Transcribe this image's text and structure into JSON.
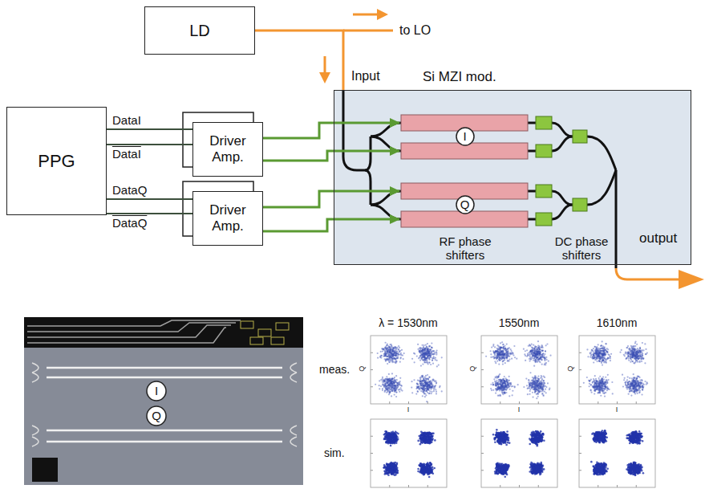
{
  "diagram": {
    "nodes": [
      {
        "text": [
          "LD"
        ]
      },
      {
        "text": [
          "Si MZI mod."
        ]
      },
      {
        "text": [
          "I"
        ],
        "in": 1
      },
      {
        "text": [
          "Q"
        ],
        "in": 1
      },
      {
        "text": [
          "PPG"
        ]
      },
      {
        "text": [
          "Driver Amp."
        ]
      },
      {
        "text": [
          "Driver Amp."
        ]
      },
      {
        "text": [
          "I"
        ]
      },
      {
        "text": [
          "Q"
        ]
      }
    ],
    "edges": [
      {
        "from": 0,
        "to": 1,
        "arrow": "none"
      },
      {
        "from": 4,
        "to": 5,
        "label": "DataI",
        "arrow": "none"
      },
      {
        "from": 4,
        "to": 5,
        "label": "DataI",
        "arrow": "none"
      },
      {
        "from": 4,
        "to": 6,
        "label": "DataQ",
        "arrow": "none"
      },
      {
        "from": 4,
        "to": 6,
        "label": "DataQ",
        "arrow": "none"
      },
      {
        "from": 5,
        "to": 1,
        "arrow": "to"
      },
      {
        "from": 5,
        "to": 1,
        "arrow": "to"
      },
      {
        "from": 6,
        "to": 1,
        "arrow": "to"
      },
      {
        "from": 6,
        "to": 1,
        "arrow": "to"
      }
    ],
    "labels": [
      "to LO",
      "Input",
      "RF phase shifters",
      "DC phase shifters",
      "output",
      "λ = 1530nm",
      "1550nm",
      "1610nm",
      "meas.",
      "sim.",
      "Q",
      "Q",
      "Q",
      "I",
      "I",
      "I"
    ]
  }
}
